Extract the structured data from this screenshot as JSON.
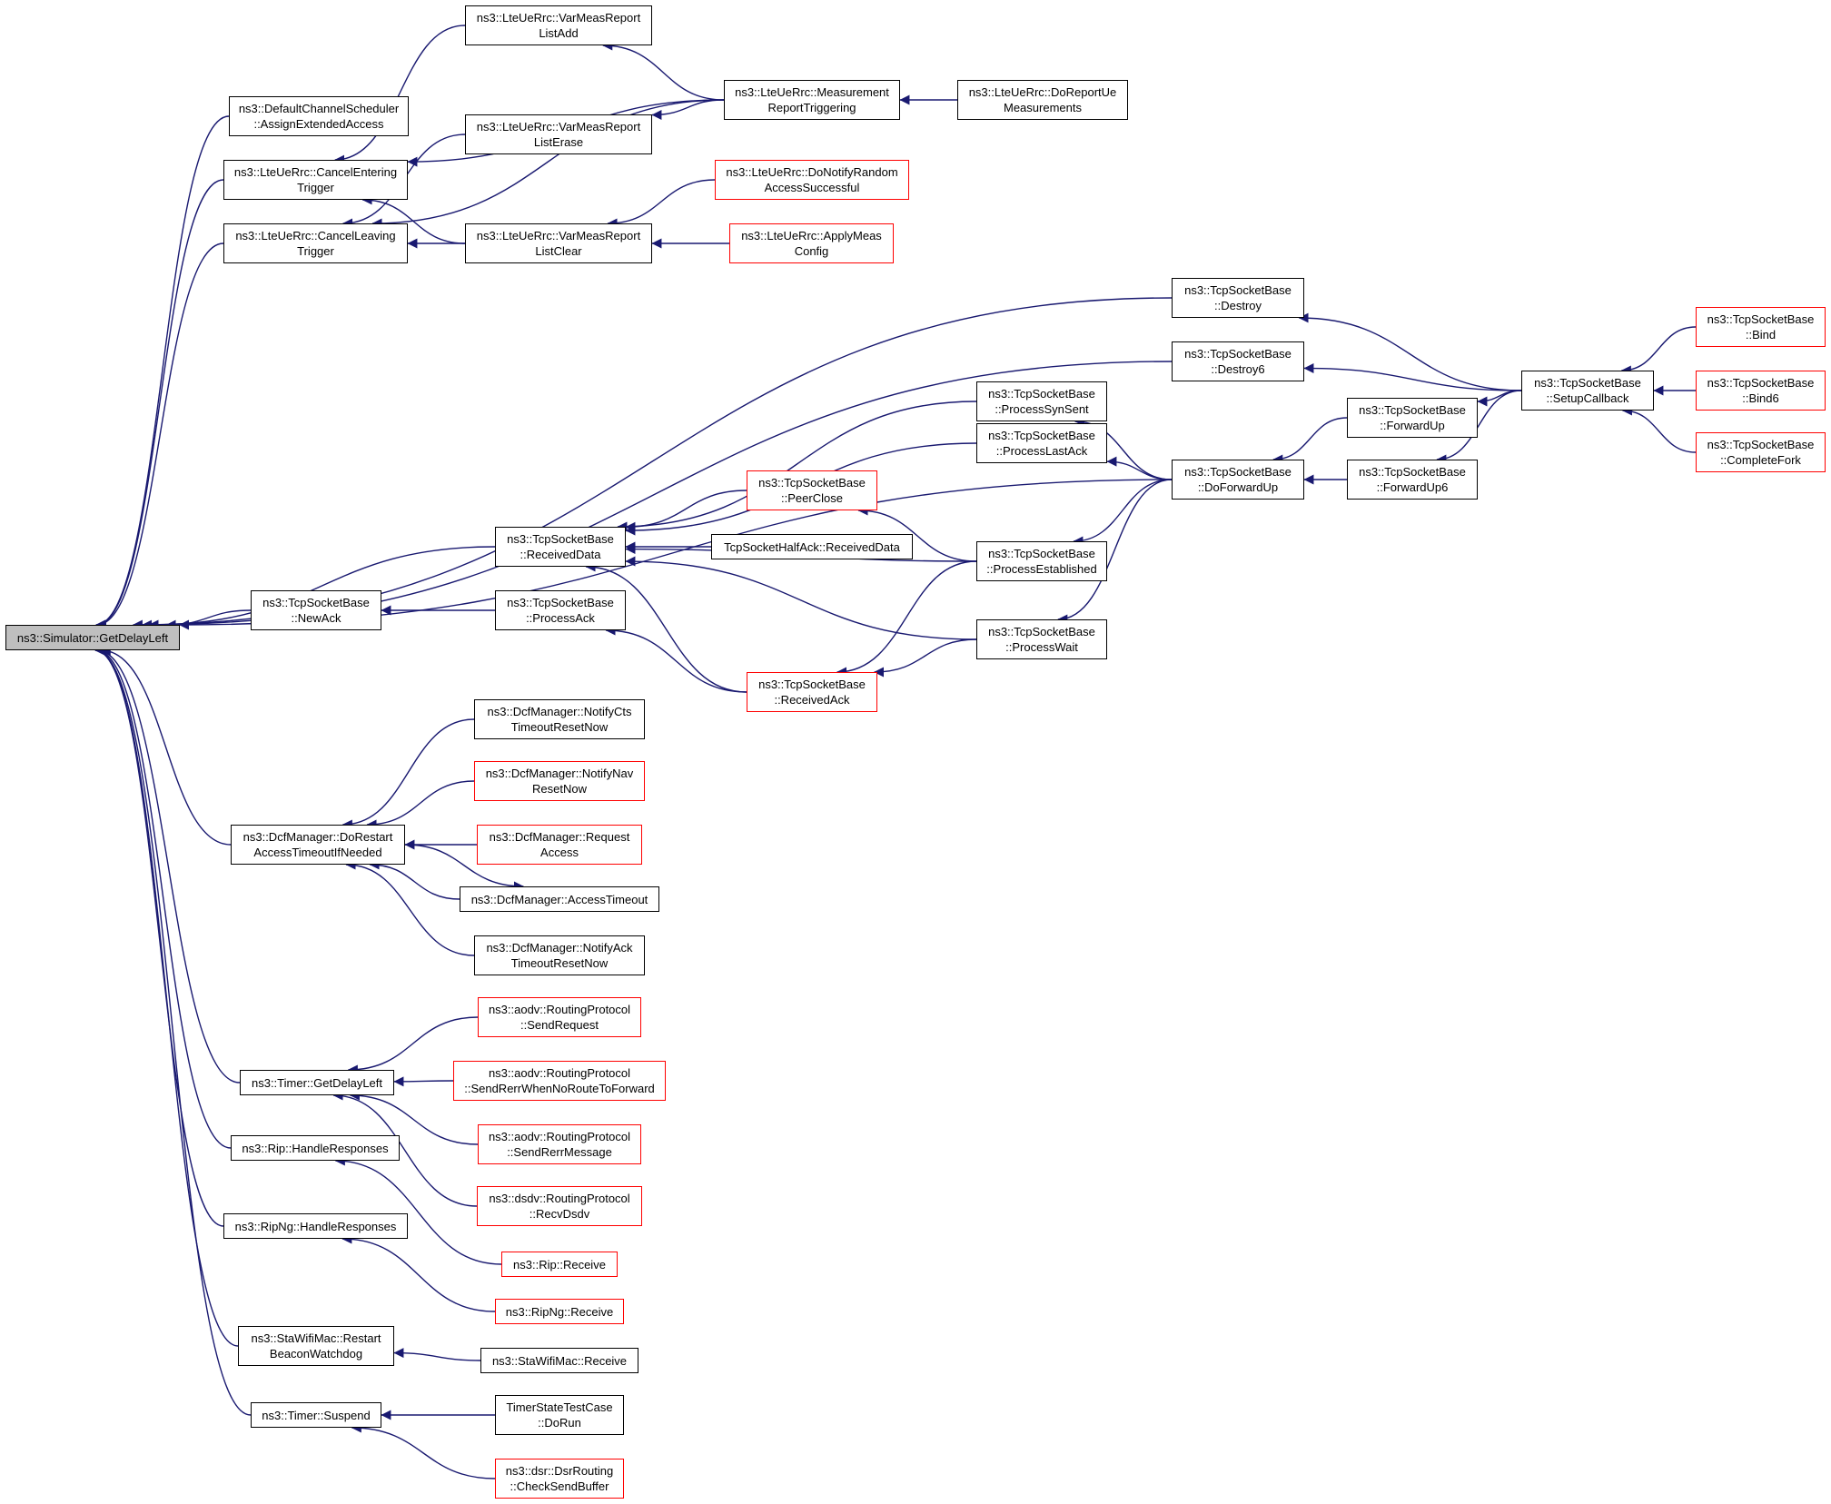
{
  "colors": {
    "edge": "#191970",
    "node_border": "#000000",
    "truncated_border": "#ff0000",
    "focus_fill": "#bfbfbf"
  },
  "nodes": {
    "simulator_getdelayleft": {
      "lines": [
        "ns3::Simulator::GetDelayLeft"
      ],
      "truncated": false,
      "focus": true
    },
    "defaultchannelscheduler_assignextendedaccess": {
      "lines": [
        "ns3::DefaultChannelScheduler",
        "::AssignExtendedAccess"
      ],
      "truncated": false
    },
    "lteuerrc_cancelenteringtrigger": {
      "lines": [
        "ns3::LteUeRrc::CancelEntering",
        "Trigger"
      ],
      "truncated": false
    },
    "lteuerrc_cancelleavingtrigger": {
      "lines": [
        "ns3::LteUeRrc::CancelLeaving",
        "Trigger"
      ],
      "truncated": false
    },
    "lteuerrc_varmeasreportlistadd": {
      "lines": [
        "ns3::LteUeRrc::VarMeasReport",
        "ListAdd"
      ],
      "truncated": false
    },
    "lteuerrc_varmeasreportlisterase": {
      "lines": [
        "ns3::LteUeRrc::VarMeasReport",
        "ListErase"
      ],
      "truncated": false
    },
    "lteuerrc_varmeasreportlistclear": {
      "lines": [
        "ns3::LteUeRrc::VarMeasReport",
        "ListClear"
      ],
      "truncated": false
    },
    "lteuerrc_measurementreporttriggering": {
      "lines": [
        "ns3::LteUeRrc::Measurement",
        "ReportTriggering"
      ],
      "truncated": false
    },
    "lteuerrc_doreportuemeasurements": {
      "lines": [
        "ns3::LteUeRrc::DoReportUe",
        "Measurements"
      ],
      "truncated": false
    },
    "lteuerrc_donotifyrandomaccesssuccessful": {
      "lines": [
        "ns3::LteUeRrc::DoNotifyRandom",
        "AccessSuccessful"
      ],
      "truncated": true
    },
    "lteuerrc_applymeasconfig": {
      "lines": [
        "ns3::LteUeRrc::ApplyMeas",
        "Config"
      ],
      "truncated": true
    },
    "tcpsocketbase_destroy": {
      "lines": [
        "ns3::TcpSocketBase",
        "::Destroy"
      ],
      "truncated": false
    },
    "tcpsocketbase_destroy6": {
      "lines": [
        "ns3::TcpSocketBase",
        "::Destroy6"
      ],
      "truncated": false
    },
    "tcpsocketbase_setupcallback": {
      "lines": [
        "ns3::TcpSocketBase",
        "::SetupCallback"
      ],
      "truncated": false
    },
    "tcpsocketbase_bind": {
      "lines": [
        "ns3::TcpSocketBase",
        "::Bind"
      ],
      "truncated": true
    },
    "tcpsocketbase_bind6": {
      "lines": [
        "ns3::TcpSocketBase",
        "::Bind6"
      ],
      "truncated": true
    },
    "tcpsocketbase_completefork": {
      "lines": [
        "ns3::TcpSocketBase",
        "::CompleteFork"
      ],
      "truncated": true
    },
    "tcpsocketbase_forwardup": {
      "lines": [
        "ns3::TcpSocketBase",
        "::ForwardUp"
      ],
      "truncated": false
    },
    "tcpsocketbase_forwardup6": {
      "lines": [
        "ns3::TcpSocketBase",
        "::ForwardUp6"
      ],
      "truncated": false
    },
    "tcpsocketbase_doforwardup": {
      "lines": [
        "ns3::TcpSocketBase",
        "::DoForwardUp"
      ],
      "truncated": false
    },
    "tcpsocketbase_processsynsent": {
      "lines": [
        "ns3::TcpSocketBase",
        "::ProcessSynSent"
      ],
      "truncated": false
    },
    "tcpsocketbase_processlastack": {
      "lines": [
        "ns3::TcpSocketBase",
        "::ProcessLastAck"
      ],
      "truncated": false
    },
    "tcpsocketbase_peerclose": {
      "lines": [
        "ns3::TcpSocketBase",
        "::PeerClose"
      ],
      "truncated": true
    },
    "tcpsockethalfack_receiveddata": {
      "lines": [
        "TcpSocketHalfAck::ReceivedData"
      ],
      "truncated": false
    },
    "tcpsocketbase_processestablished": {
      "lines": [
        "ns3::TcpSocketBase",
        "::ProcessEstablished"
      ],
      "truncated": false
    },
    "tcpsocketbase_receiveddata": {
      "lines": [
        "ns3::TcpSocketBase",
        "::ReceivedData"
      ],
      "truncated": false
    },
    "tcpsocketbase_newack": {
      "lines": [
        "ns3::TcpSocketBase",
        "::NewAck"
      ],
      "truncated": false
    },
    "tcpsocketbase_processack": {
      "lines": [
        "ns3::TcpSocketBase",
        "::ProcessAck"
      ],
      "truncated": false
    },
    "tcpsocketbase_processwait": {
      "lines": [
        "ns3::TcpSocketBase",
        "::ProcessWait"
      ],
      "truncated": false
    },
    "tcpsocketbase_receivedack": {
      "lines": [
        "ns3::TcpSocketBase",
        "::ReceivedAck"
      ],
      "truncated": true
    },
    "dcfmanager_notifyctstimeoutresetnow": {
      "lines": [
        "ns3::DcfManager::NotifyCts",
        "TimeoutResetNow"
      ],
      "truncated": false
    },
    "dcfmanager_notifynavresetnow": {
      "lines": [
        "ns3::DcfManager::NotifyNav",
        "ResetNow"
      ],
      "truncated": true
    },
    "dcfmanager_requestaccess": {
      "lines": [
        "ns3::DcfManager::Request",
        "Access"
      ],
      "truncated": true
    },
    "dcfmanager_accesstimeout": {
      "lines": [
        "ns3::DcfManager::AccessTimeout"
      ],
      "truncated": false
    },
    "dcfmanager_notifyacktimeoutresetnow": {
      "lines": [
        "ns3::DcfManager::NotifyAck",
        "TimeoutResetNow"
      ],
      "truncated": false
    },
    "dcfmanager_dorestartaccesstimeoutifneeded": {
      "lines": [
        "ns3::DcfManager::DoRestart",
        "AccessTimeoutIfNeeded"
      ],
      "truncated": false
    },
    "aodv_routingprotocol_sendrequest": {
      "lines": [
        "ns3::aodv::RoutingProtocol",
        "::SendRequest"
      ],
      "truncated": true
    },
    "aodv_routingprotocol_sendrerrwhennoroutetoforward": {
      "lines": [
        "ns3::aodv::RoutingProtocol",
        "::SendRerrWhenNoRouteToForward"
      ],
      "truncated": true
    },
    "aodv_routingprotocol_sendrerrmessage": {
      "lines": [
        "ns3::aodv::RoutingProtocol",
        "::SendRerrMessage"
      ],
      "truncated": true
    },
    "dsdv_routingprotocol_recvdsdv": {
      "lines": [
        "ns3::dsdv::RoutingProtocol",
        "::RecvDsdv"
      ],
      "truncated": true
    },
    "timer_getdelayleft": {
      "lines": [
        "ns3::Timer::GetDelayLeft"
      ],
      "truncated": false
    },
    "rip_handleresponses": {
      "lines": [
        "ns3::Rip::HandleResponses"
      ],
      "truncated": false
    },
    "ripng_handleresponses": {
      "lines": [
        "ns3::RipNg::HandleResponses"
      ],
      "truncated": false
    },
    "rip_receive": {
      "lines": [
        "ns3::Rip::Receive"
      ],
      "truncated": true
    },
    "ripng_receive": {
      "lines": [
        "ns3::RipNg::Receive"
      ],
      "truncated": true
    },
    "stawifimac_restartbeaconwatchdog": {
      "lines": [
        "ns3::StaWifiMac::Restart",
        "BeaconWatchdog"
      ],
      "truncated": false
    },
    "stawifimac_receive": {
      "lines": [
        "ns3::StaWifiMac::Receive"
      ],
      "truncated": false
    },
    "timer_suspend": {
      "lines": [
        "ns3::Timer::Suspend"
      ],
      "truncated": false
    },
    "timerstatetestcase_dorun": {
      "lines": [
        "TimerStateTestCase",
        "::DoRun"
      ],
      "truncated": false
    },
    "dsr_dsrrouting_checksendbuffer": {
      "lines": [
        "ns3::dsr::DsrRouting",
        "::CheckSendBuffer"
      ],
      "truncated": true
    }
  },
  "edges": [
    [
      "defaultchannelscheduler_assignextendedaccess",
      "simulator_getdelayleft"
    ],
    [
      "lteuerrc_cancelenteringtrigger",
      "simulator_getdelayleft"
    ],
    [
      "lteuerrc_cancelleavingtrigger",
      "simulator_getdelayleft"
    ],
    [
      "tcpsocketbase_destroy",
      "simulator_getdelayleft"
    ],
    [
      "tcpsocketbase_destroy6",
      "simulator_getdelayleft"
    ],
    [
      "tcpsocketbase_receiveddata",
      "simulator_getdelayleft"
    ],
    [
      "tcpsocketbase_newack",
      "simulator_getdelayleft"
    ],
    [
      "tcpsocketbase_doforwardup",
      "simulator_getdelayleft"
    ],
    [
      "dcfmanager_dorestartaccesstimeoutifneeded",
      "simulator_getdelayleft"
    ],
    [
      "timer_getdelayleft",
      "simulator_getdelayleft"
    ],
    [
      "rip_handleresponses",
      "simulator_getdelayleft"
    ],
    [
      "ripng_handleresponses",
      "simulator_getdelayleft"
    ],
    [
      "stawifimac_restartbeaconwatchdog",
      "simulator_getdelayleft"
    ],
    [
      "timer_suspend",
      "simulator_getdelayleft"
    ],
    [
      "lteuerrc_varmeasreportlistadd",
      "lteuerrc_cancelenteringtrigger"
    ],
    [
      "lteuerrc_measurementreporttriggering",
      "lteuerrc_cancelenteringtrigger"
    ],
    [
      "lteuerrc_varmeasreportlistclear",
      "lteuerrc_cancelenteringtrigger"
    ],
    [
      "lteuerrc_varmeasreportlisterase",
      "lteuerrc_cancelleavingtrigger"
    ],
    [
      "lteuerrc_measurementreporttriggering",
      "lteuerrc_cancelleavingtrigger"
    ],
    [
      "lteuerrc_varmeasreportlistclear",
      "lteuerrc_cancelleavingtrigger"
    ],
    [
      "lteuerrc_measurementreporttriggering",
      "lteuerrc_varmeasreportlistadd"
    ],
    [
      "lteuerrc_measurementreporttriggering",
      "lteuerrc_varmeasreportlisterase"
    ],
    [
      "lteuerrc_doreportuemeasurements",
      "lteuerrc_measurementreporttriggering"
    ],
    [
      "lteuerrc_donotifyrandomaccesssuccessful",
      "lteuerrc_varmeasreportlistclear"
    ],
    [
      "lteuerrc_applymeasconfig",
      "lteuerrc_varmeasreportlistclear"
    ],
    [
      "tcpsocketbase_setupcallback",
      "tcpsocketbase_destroy"
    ],
    [
      "tcpsocketbase_setupcallback",
      "tcpsocketbase_destroy6"
    ],
    [
      "tcpsocketbase_bind",
      "tcpsocketbase_setupcallback"
    ],
    [
      "tcpsocketbase_bind6",
      "tcpsocketbase_setupcallback"
    ],
    [
      "tcpsocketbase_completefork",
      "tcpsocketbase_setupcallback"
    ],
    [
      "tcpsocketbase_setupcallback",
      "tcpsocketbase_forwardup"
    ],
    [
      "tcpsocketbase_setupcallback",
      "tcpsocketbase_forwardup6"
    ],
    [
      "tcpsocketbase_forwardup",
      "tcpsocketbase_doforwardup"
    ],
    [
      "tcpsocketbase_forwardup6",
      "tcpsocketbase_doforwardup"
    ],
    [
      "tcpsocketbase_doforwardup",
      "tcpsocketbase_processsynsent"
    ],
    [
      "tcpsocketbase_doforwardup",
      "tcpsocketbase_processlastack"
    ],
    [
      "tcpsocketbase_doforwardup",
      "tcpsocketbase_processestablished"
    ],
    [
      "tcpsocketbase_doforwardup",
      "tcpsocketbase_processwait"
    ],
    [
      "tcpsocketbase_processsynsent",
      "tcpsocketbase_receiveddata"
    ],
    [
      "tcpsocketbase_processlastack",
      "tcpsocketbase_receiveddata"
    ],
    [
      "tcpsocketbase_peerclose",
      "tcpsocketbase_receiveddata"
    ],
    [
      "tcpsockethalfack_receiveddata",
      "tcpsocketbase_receiveddata"
    ],
    [
      "tcpsocketbase_processestablished",
      "tcpsocketbase_receiveddata"
    ],
    [
      "tcpsocketbase_processwait",
      "tcpsocketbase_receiveddata"
    ],
    [
      "tcpsocketbase_receivedack",
      "tcpsocketbase_receiveddata"
    ],
    [
      "tcpsocketbase_processestablished",
      "tcpsocketbase_peerclose"
    ],
    [
      "tcpsocketbase_processack",
      "tcpsocketbase_newack"
    ],
    [
      "tcpsocketbase_receivedack",
      "tcpsocketbase_processack"
    ],
    [
      "tcpsocketbase_processestablished",
      "tcpsocketbase_receivedack"
    ],
    [
      "tcpsocketbase_processwait",
      "tcpsocketbase_receivedack"
    ],
    [
      "dcfmanager_notifyctstimeoutresetnow",
      "dcfmanager_dorestartaccesstimeoutifneeded"
    ],
    [
      "dcfmanager_notifynavresetnow",
      "dcfmanager_dorestartaccesstimeoutifneeded"
    ],
    [
      "dcfmanager_requestaccess",
      "dcfmanager_dorestartaccesstimeoutifneeded"
    ],
    [
      "dcfmanager_accesstimeout",
      "dcfmanager_dorestartaccesstimeoutifneeded"
    ],
    [
      "dcfmanager_dorestartaccesstimeoutifneeded",
      "dcfmanager_accesstimeout"
    ],
    [
      "dcfmanager_notifyacktimeoutresetnow",
      "dcfmanager_dorestartaccesstimeoutifneeded"
    ],
    [
      "aodv_routingprotocol_sendrequest",
      "timer_getdelayleft"
    ],
    [
      "aodv_routingprotocol_sendrerrwhennoroutetoforward",
      "timer_getdelayleft"
    ],
    [
      "aodv_routingprotocol_sendrerrmessage",
      "timer_getdelayleft"
    ],
    [
      "dsdv_routingprotocol_recvdsdv",
      "timer_getdelayleft"
    ],
    [
      "rip_receive",
      "rip_handleresponses"
    ],
    [
      "ripng_receive",
      "ripng_handleresponses"
    ],
    [
      "stawifimac_receive",
      "stawifimac_restartbeaconwatchdog"
    ],
    [
      "timerstatetestcase_dorun",
      "timer_suspend"
    ],
    [
      "dsr_dsrrouting_checksendbuffer",
      "timer_suspend"
    ]
  ]
}
